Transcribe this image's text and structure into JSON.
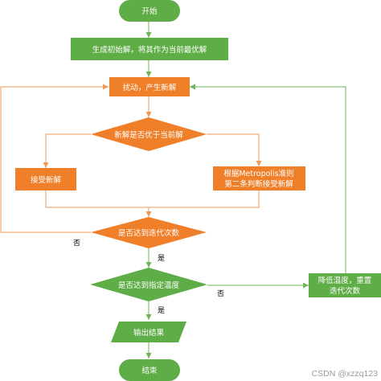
{
  "colors": {
    "green": "#5fad46",
    "orange": "#f07f2a",
    "green_line": "#70b35a",
    "orange_line": "#f29a55"
  },
  "nodes": {
    "start": "开始",
    "init": "生成初始解，将其作为当前最优解",
    "perturb": "扰动，产生新解",
    "better": "新解是否优于当前解",
    "accept": "接受新解",
    "metropolis": [
      "根据Metropolis准则",
      "第二条判断接受新解"
    ],
    "iter": "是否达到迭代次数",
    "temp": "是否达到指定温度",
    "cool": [
      "降低温度，重置",
      "迭代次数"
    ],
    "output": "输出结果",
    "end": "结束"
  },
  "edge_labels": {
    "iter_no": "否",
    "iter_yes": "是",
    "temp_no": "否",
    "temp_yes": "是"
  },
  "watermark": "CSDN @xzzq123"
}
